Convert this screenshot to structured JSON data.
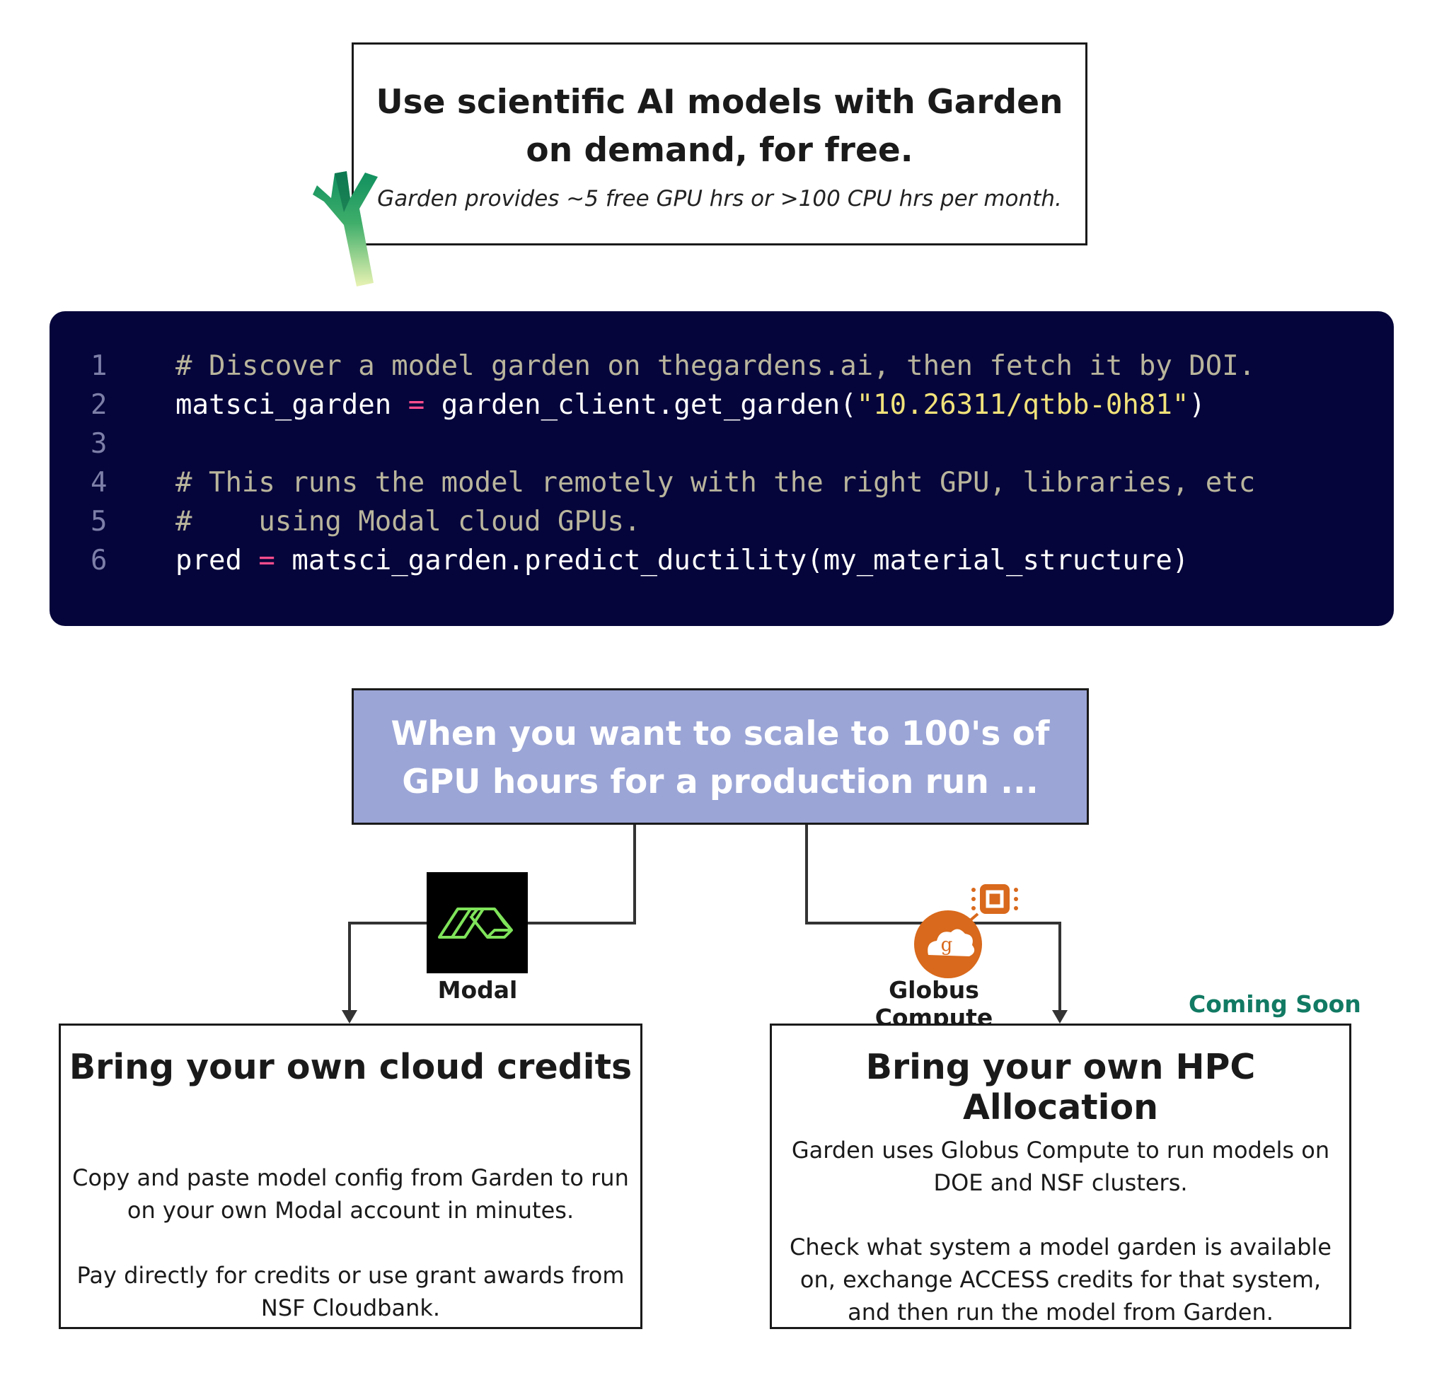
{
  "header": {
    "title": "Use scientific AI models with Garden on demand, for free.",
    "subtitle": "Garden provides ~5 free GPU hrs or >100 CPU hrs per month."
  },
  "code": {
    "lines": [
      {
        "num": "1",
        "parts": [
          {
            "cls": "comment",
            "text": "# Discover a model garden on thegardens.ai, then fetch it by DOI."
          }
        ]
      },
      {
        "num": "2",
        "parts": [
          {
            "cls": "plain",
            "text": "matsci_garden "
          },
          {
            "cls": "op",
            "text": "="
          },
          {
            "cls": "plain",
            "text": " garden_client.get_garden("
          },
          {
            "cls": "str",
            "text": "\"10.26311/qtbb-0h81\""
          },
          {
            "cls": "plain",
            "text": ")"
          }
        ]
      },
      {
        "num": "3",
        "parts": []
      },
      {
        "num": "4",
        "parts": [
          {
            "cls": "comment",
            "text": "# This runs the model remotely with the right GPU, libraries, etc"
          }
        ]
      },
      {
        "num": "5",
        "parts": [
          {
            "cls": "comment",
            "text": "#    using Modal cloud GPUs."
          }
        ]
      },
      {
        "num": "6",
        "parts": [
          {
            "cls": "plain",
            "text": "pred "
          },
          {
            "cls": "op",
            "text": "="
          },
          {
            "cls": "plain",
            "text": " matsci_garden.predict_ductility(my_material_structure)"
          }
        ]
      }
    ]
  },
  "scale_banner": {
    "text": "When you want to scale to 100's of GPU hours for a production run ..."
  },
  "modal": {
    "label": "Modal",
    "icon": "modal-logo-icon"
  },
  "globus": {
    "label": "Globus Compute",
    "icon": "globus-compute-logo-icon"
  },
  "coming_soon": "Coming Soon",
  "left_card": {
    "title": "Bring your own cloud credits",
    "para1": "Copy and paste model config from Garden to run on your own Modal account in minutes.",
    "para2": "Pay directly for credits or use grant awards from NSF Cloudbank."
  },
  "right_card": {
    "title": "Bring your own HPC Allocation",
    "para1": "Garden uses Globus Compute to run models on DOE and NSF clusters.",
    "para2": "Check what system a model garden is available on, exchange ACCESS credits for that system, and then run the model from Garden."
  },
  "colors": {
    "code_bg": "#06053b",
    "banner_bg": "#9ba5d6",
    "modal_green": "#7fe35a",
    "globus_orange": "#d9691c",
    "coming_soon": "#127a63"
  }
}
